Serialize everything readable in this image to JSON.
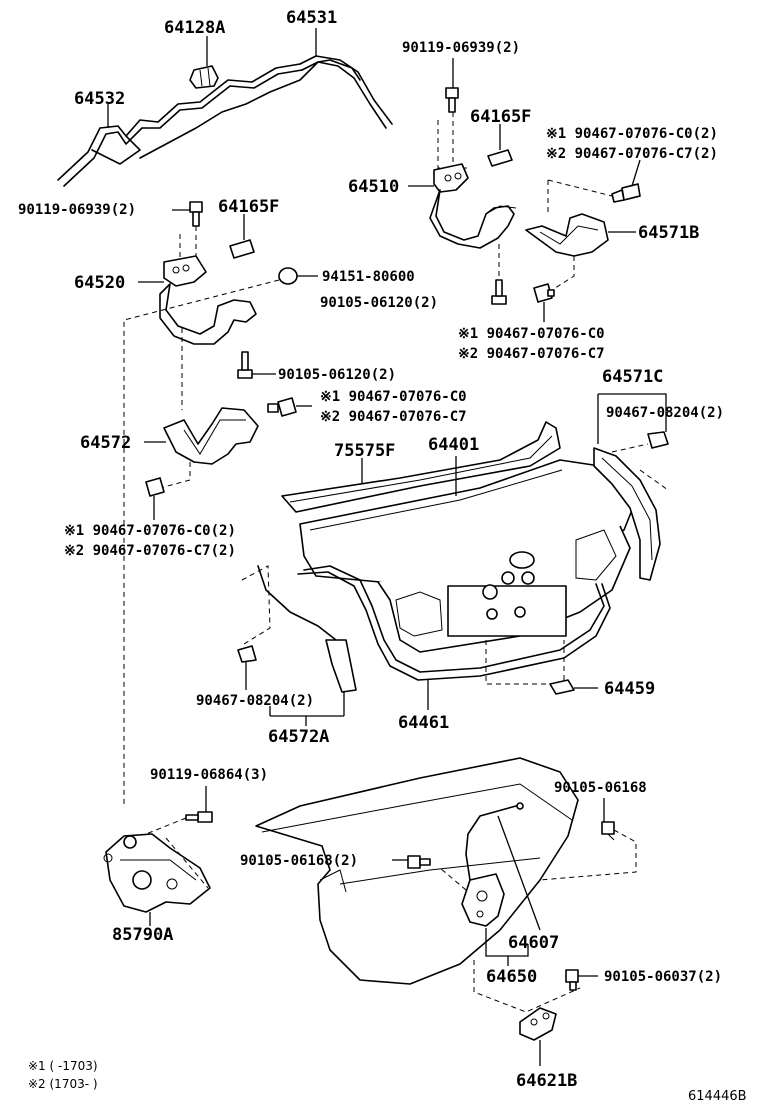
{
  "labels": {
    "p64128A": "64128A",
    "p64531": "64531",
    "p64532": "64532",
    "p90119_06939_top": "90119-06939(2)",
    "p64165F_top": "64165F",
    "p64165F_left": "64165F",
    "p90119_06939_left": "90119-06939(2)",
    "n1_c0_top": "※1 90467-07076-C0(2)",
    "n2_c7_top": "※2 90467-07076-C7(2)",
    "p64510": "64510",
    "p64571B": "64571B",
    "p64520": "64520",
    "p94151": "94151-80600",
    "p90105_06120_mid": "90105-06120(2)",
    "n1_c0_mid": "※1 90467-07076-C0",
    "n2_c7_mid": "※2 90467-07076-C7",
    "p90105_06120_left": "90105-06120(2)",
    "n1_c0_left": "※1 90467-07076-C0",
    "n2_c7_left": "※2 90467-07076-C7",
    "p64571C": "64571C",
    "p90467_08204_right": "90467-08204(2)",
    "p64572": "64572",
    "p75575F": "75575F",
    "p64401": "64401",
    "n1_c0_bl": "※1 90467-07076-C0(2)",
    "n2_c7_bl": "※2 90467-07076-C7(2)",
    "p90467_08204_left": "90467-08204(2)",
    "p64572A": "64572A",
    "p64461": "64461",
    "p64459": "64459",
    "p90119_06864": "90119-06864(3)",
    "p90105_06168_right": "90105-06168",
    "p90105_06168_left": "90105-06168(2)",
    "p85790A": "85790A",
    "p64607": "64607",
    "p64650": "64650",
    "p90105_06037": "90105-06037(2)",
    "p64621B": "64621B"
  },
  "footnotes": {
    "note1": "※1 (     -1703)",
    "note2": "※2 (1703-      )"
  },
  "diagram_code": "614446B"
}
